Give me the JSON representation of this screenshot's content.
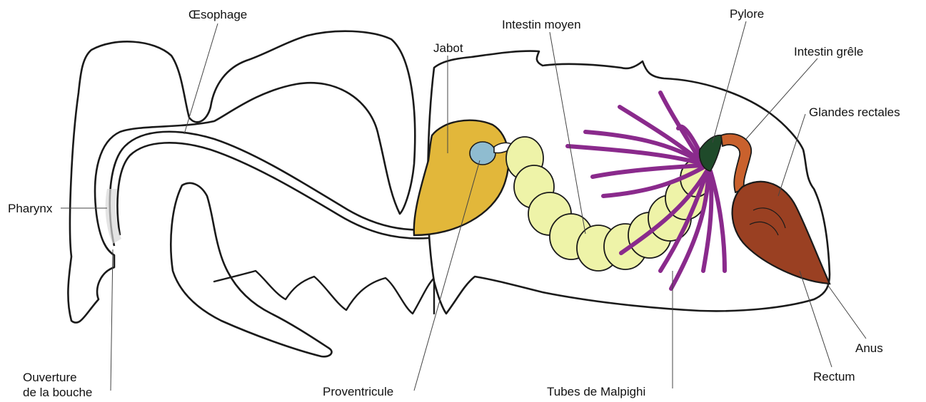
{
  "labels": {
    "oesophage": "Œsophage",
    "jabot": "Jabot",
    "intestin_moyen": "Intestin moyen",
    "pylore": "Pylore",
    "intestin_grele": "Intestin grêle",
    "glandes_rectales": "Glandes rectales",
    "pharynx": "Pharynx",
    "ouverture_1": "Ouverture",
    "ouverture_2": "de la bouche",
    "proventricule": "Proventricule",
    "tubes_malpighi": "Tubes de Malpighi",
    "anus": "Anus",
    "rectum": "Rectum"
  },
  "colors": {
    "jabot": "#e2b73a",
    "proventricule": "#8fbcd0",
    "intestin_moyen": "#eef3a8",
    "tubes_malpighi": "#8a2a8c",
    "pylore": "#1f4a2a",
    "intestin_grele": "#c9612d",
    "rectum": "#9a4022"
  }
}
